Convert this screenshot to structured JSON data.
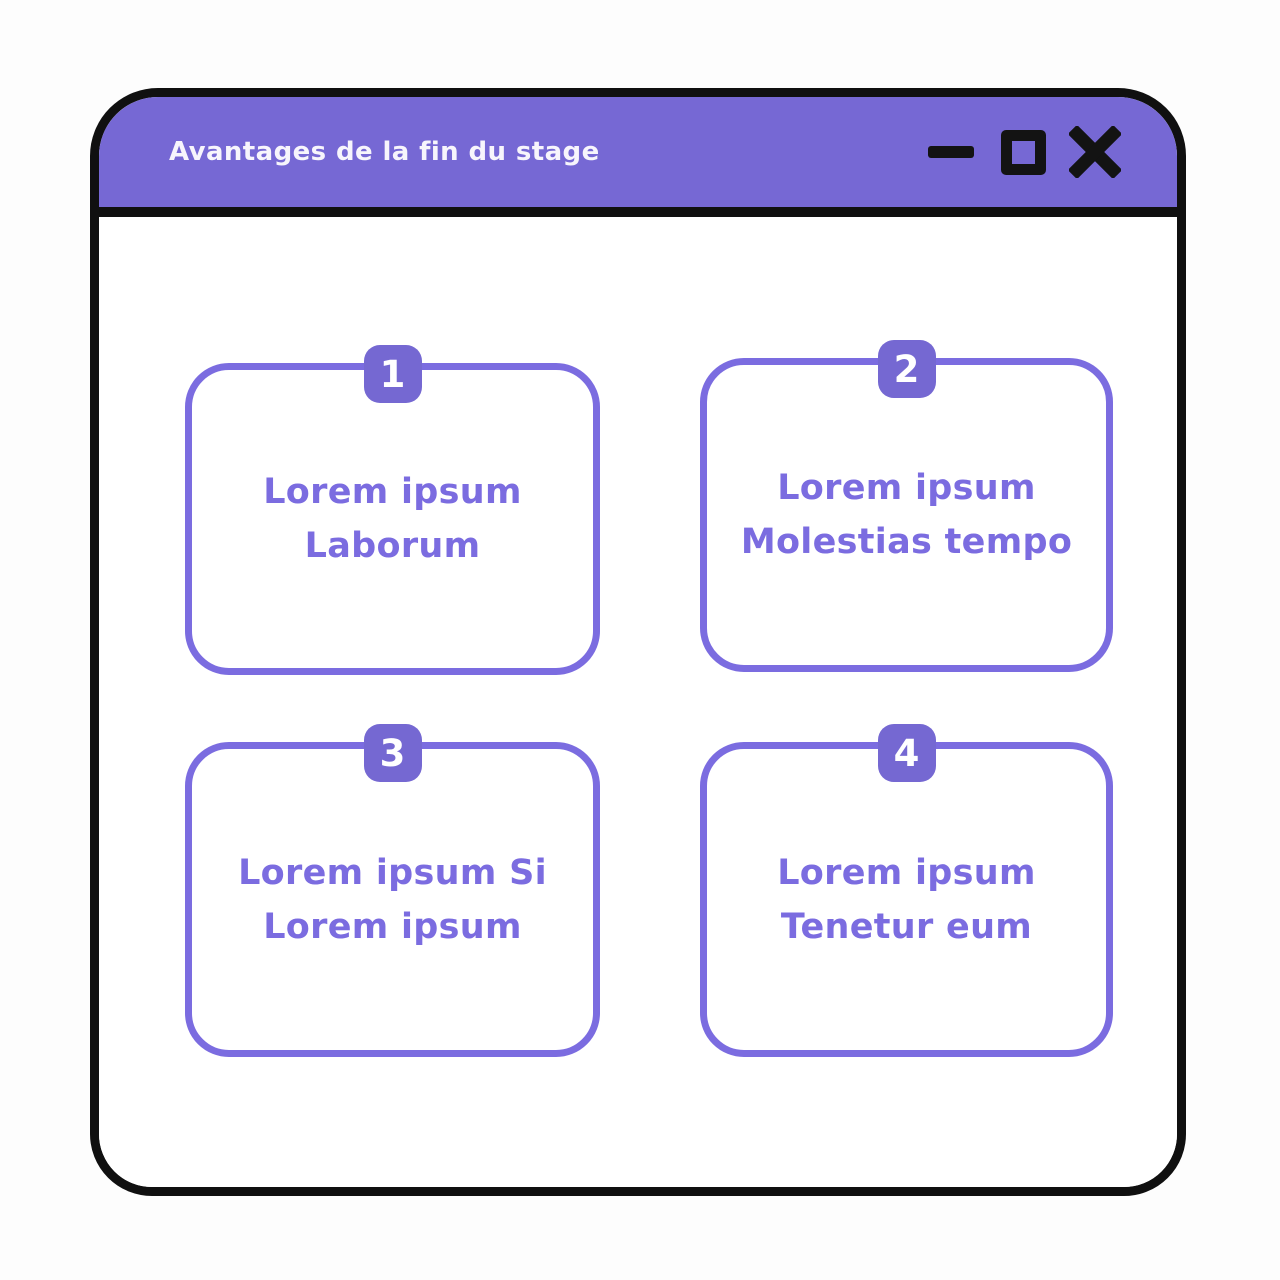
{
  "colors": {
    "background": "#fdfdfd",
    "frame": "#101010",
    "titlebar": "#7668d4",
    "accent": "#7b6ce0",
    "badge": "#7568d2",
    "title_text": "#f7f5fc",
    "card_background": "#ffffff"
  },
  "window": {
    "title": "Avantages de la fin du stage",
    "controls": {
      "minimize_icon": "minimize-icon",
      "maximize_icon": "maximize-icon",
      "close_icon": "close-icon"
    }
  },
  "cards": [
    {
      "number": "1",
      "line1": "Lorem ipsum",
      "line2": "Laborum"
    },
    {
      "number": "2",
      "line1": "Lorem ipsum",
      "line2": "Molestias tempo"
    },
    {
      "number": "3",
      "line1": "Lorem ipsum Si",
      "line2": "Lorem ipsum"
    },
    {
      "number": "4",
      "line1": "Lorem ipsum",
      "line2": "Tenetur eum"
    }
  ]
}
